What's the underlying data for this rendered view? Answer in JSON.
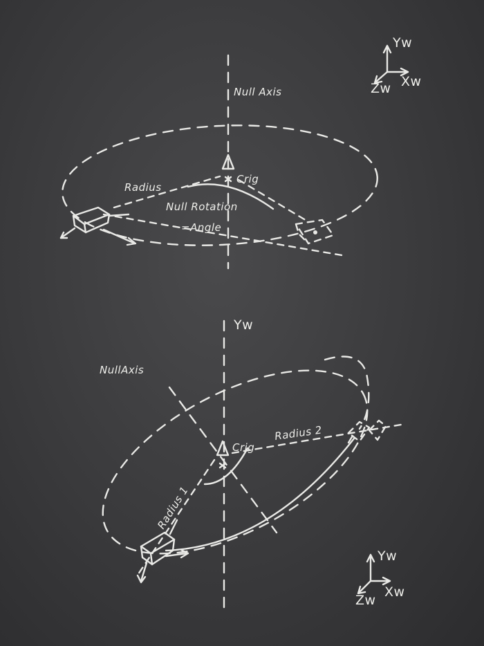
{
  "colors": {
    "background": "#3a3a3c",
    "chalk": "#e9e9e6"
  },
  "top_diagram": {
    "null_axis_label": "Null Axis",
    "center_label": "Crig",
    "radius_label": "Radius",
    "rotation_label_1": "Null Rotation",
    "rotation_label_2": "=Angle",
    "camera_icon": "camera-icon"
  },
  "bottom_diagram": {
    "y_axis_label": "Yw",
    "null_axis_label": "NullAxis",
    "center_label": "Crig",
    "radius1_label": "Radius 1",
    "radius2_label": "Radius 2",
    "camera_icon": "camera-icon"
  },
  "world_axes_top": {
    "y": "Yw",
    "x": "Xw",
    "z": "Zw"
  },
  "world_axes_bottom": {
    "y": "Yw",
    "x": "Xw",
    "z": "Zw"
  }
}
